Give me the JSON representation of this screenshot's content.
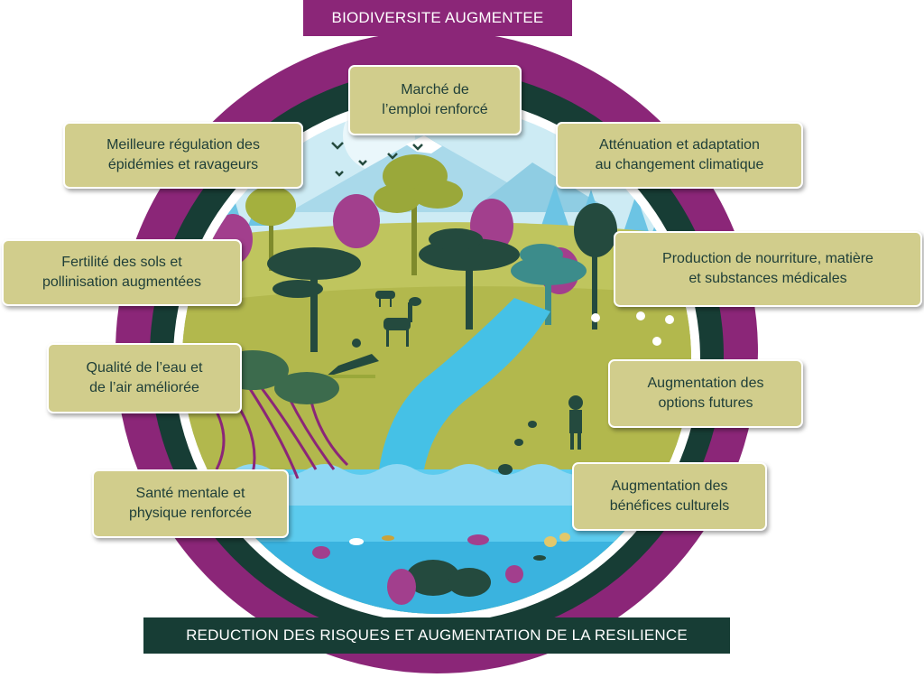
{
  "banners": {
    "top": "BIODIVERSITE AUGMENTEE",
    "bottom": "REDUCTION DES RISQUES ET AUGMENTATION DE LA RESILIENCE"
  },
  "benefits": {
    "emploi": [
      "Marché de",
      "l’emploi renforcé"
    ],
    "epidemies": [
      "Meilleure régulation des",
      "épidémies et ravageurs"
    ],
    "climat": [
      "Atténuation et adaptation",
      "au changement climatique"
    ],
    "sols": [
      "Fertilité des sols et",
      "pollinisation augmentées"
    ],
    "nourriture": [
      "Production de nourriture, matière",
      "et substances médicales"
    ],
    "eau_air": [
      "Qualité de l’eau et",
      "de l’air améliorée"
    ],
    "options": [
      "Augmentation des",
      "options futures"
    ],
    "sante": [
      "Santé mentale et",
      "physique renforcée"
    ],
    "culture": [
      "Augmentation des",
      "bénéfices culturels"
    ]
  },
  "colors": {
    "outer_ring": "#8b2678",
    "inner_ring": "#173d35",
    "box_fill": "#d1cd8c",
    "box_text": "#1e3e38",
    "sky": "#cdebf4",
    "grass": "#bfc55e",
    "water": "#45c1e6"
  },
  "icons": [
    "tree-icon",
    "bird-icon",
    "deer-icon",
    "person-icon",
    "fish-icon",
    "jellyfish-icon",
    "crab-icon",
    "turtle-icon",
    "mountain-icon",
    "flower-icon",
    "mangrove-icon"
  ]
}
